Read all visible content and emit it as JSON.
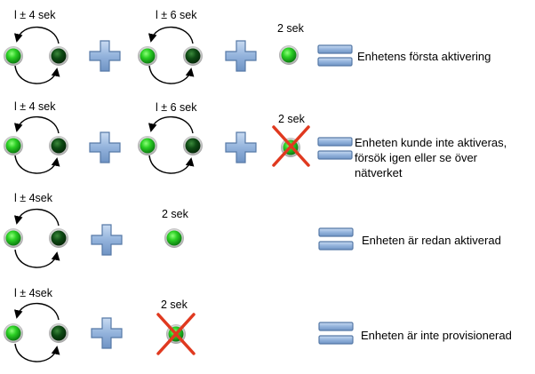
{
  "rows": [
    {
      "name": "row-first-activation",
      "labels": [
        "l ± 4 sek",
        "l ± 6 sek",
        "2 sek"
      ],
      "result_lines": [
        "Enhetens första aktivering"
      ],
      "last_led_crossed": false
    },
    {
      "name": "row-activation-failed",
      "labels": [
        "l ± 4 sek",
        "l ± 6 sek",
        "2 sek"
      ],
      "result_lines": [
        "Enheten kunde inte aktiveras,",
        "försök igen eller se över",
        "nätverket"
      ],
      "last_led_crossed": true
    },
    {
      "name": "row-already-activated",
      "labels": [
        "l ± 4sek",
        "2 sek"
      ],
      "result_lines": [
        "Enheten är redan aktiverad"
      ],
      "last_led_crossed": false
    },
    {
      "name": "row-not-provisioned",
      "labels": [
        "l ± 4sek",
        "2 sek"
      ],
      "result_lines": [
        "Enheten är inte provisionerad"
      ],
      "last_led_crossed": true
    }
  ],
  "colors": {
    "led_light": "#22c922",
    "led_dark": "#0a4a12",
    "led_ring": "#c8c8c8",
    "plus_fill": "#9db9de",
    "plus_stroke": "#5679a6",
    "cross": "#e0391f"
  }
}
